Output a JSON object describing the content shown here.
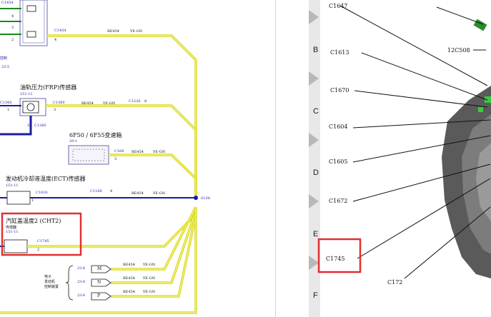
{
  "left_panel": {
    "top": {
      "conn_c1454_a": "C1454",
      "pin_a": "4",
      "pin_b": "3",
      "pin_c": "2",
      "conn_c1454_b": "C1454",
      "conn_c1454_pin": "4",
      "wire_code": "RE454",
      "wire_color": "YE-GN",
      "note_ctrl": "控制",
      "note_page": "23-5"
    },
    "frp": {
      "title": "油轨压力(FRP)传感器",
      "page": "151-12",
      "conn_left": "C1360",
      "conn_left_pin": "1",
      "conn_right": "C1360",
      "conn_right_pin": "3",
      "conn_bottom": "C1360",
      "conn_bottom_pin": "2",
      "wire_code": "RE454",
      "wire_color": "YE-GN",
      "splice": "C1220",
      "splice_pin": "8"
    },
    "trans": {
      "title": "6F50 / 6F55变速箱",
      "page": "29-1",
      "conn": "C168",
      "conn_pin": "3",
      "wire_code": "RE454",
      "wire_color": "YE-GN"
    },
    "ect": {
      "title": "发动机冷却液温度(ECT)传感器",
      "page": "151-11",
      "conn_left": "C1016",
      "conn_left_pin": "1",
      "conn_right": "C1168",
      "conn_right_pin": "4",
      "wire_code": "RE454",
      "wire_color": "YE-GN",
      "splice_label": "S158"
    },
    "cht": {
      "title": "汽缸盖温度2 (CHT2)",
      "subtitle": "传感器",
      "page": "151-11",
      "conn": "C1745",
      "conn_pin": "2"
    },
    "pcm": {
      "label_1": "电子",
      "label_2": "发动机",
      "label_3": "控制装置",
      "rows": [
        {
          "page": "23-6",
          "pin": "M",
          "wire_code": "RE454",
          "wire_color": "YE-GN"
        },
        {
          "page": "23-6",
          "pin": "N",
          "wire_code": "RE454",
          "wire_color": "YE-GN"
        },
        {
          "page": "23-6",
          "pin": "P",
          "wire_code": "RE454",
          "wire_color": "YE-GN"
        }
      ]
    }
  },
  "right_panel": {
    "rows": [
      "B",
      "C",
      "D",
      "E",
      "F"
    ],
    "connectors": {
      "c1647": "C1647",
      "c12c508": "12C508",
      "c1613": "C1613",
      "c1670": "C1670",
      "c1604": "C1604",
      "c1605": "C1605",
      "c1672": "C1672",
      "c1745": "C1745",
      "c172": "C172"
    }
  },
  "colors": {
    "wire_yellow": "#e6e61a",
    "wire_blue": "#1a1aa8",
    "highlight_red": "#e03030",
    "wire_green": "#1a8a1a"
  }
}
